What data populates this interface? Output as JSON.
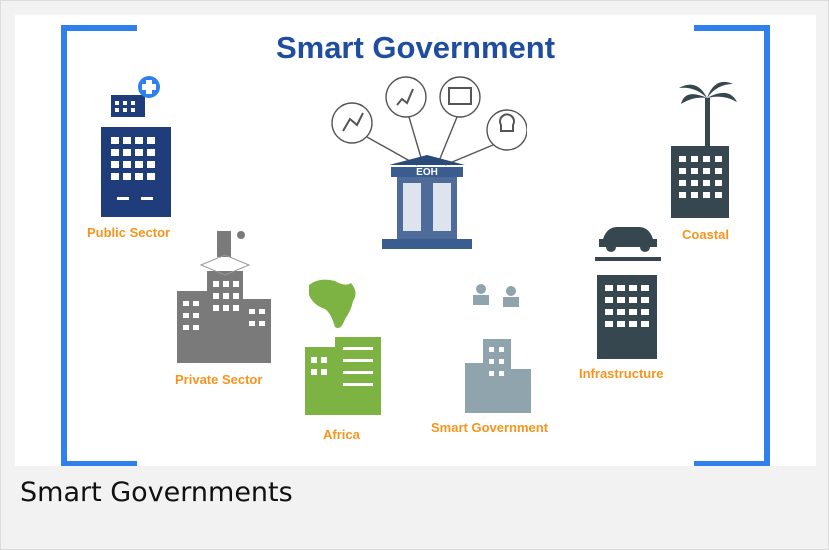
{
  "slide": {
    "title": "Smart Government",
    "center_building_label": "EOH",
    "labels": {
      "public_sector": "Public Sector",
      "coastal": "Coastal",
      "private_sector": "Private Sector",
      "africa": "Africa",
      "smart_government": "Smart Government",
      "infrastructure": "Infrastructure"
    }
  },
  "caption": "Smart Governments",
  "colors": {
    "bracket": "#2f80ed",
    "title": "#1f4e9e",
    "label": "#f7941d"
  }
}
